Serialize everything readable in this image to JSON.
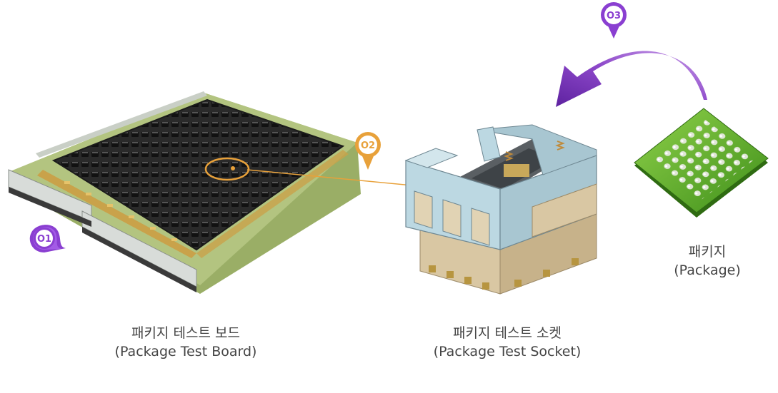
{
  "items": [
    {
      "marker": "O1",
      "title": "패키지 테스트 보드",
      "subtitle": "(Package Test Board)"
    },
    {
      "marker": "O2",
      "title": "패키지 테스트 소켓",
      "subtitle": "(Package Test Socket)"
    },
    {
      "marker": "O3",
      "title": "패키지",
      "subtitle": "(Package)"
    }
  ],
  "colors": {
    "marker_purple": "#8a3fd1",
    "marker_orange": "#e8a13a",
    "arrow_purple": "#7a35b8",
    "board_green": "#a3b96e",
    "chip_green": "#6ab42f",
    "socket_blue": "#bcd8e2",
    "socket_tan": "#d9c7a3",
    "caption_text": "#444444"
  }
}
